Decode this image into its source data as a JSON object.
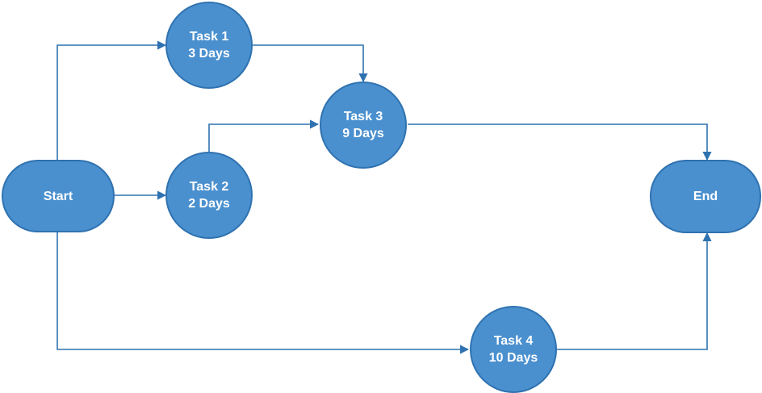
{
  "colors": {
    "node_fill": "#4a90cf",
    "node_border": "#2f72b0",
    "edge": "#2f72b0",
    "label": "#ffffff"
  },
  "nodes": {
    "start": {
      "label": "Start"
    },
    "end": {
      "label": "End"
    },
    "task1": {
      "name": "Task 1",
      "duration": "3 Days"
    },
    "task2": {
      "name": "Task 2",
      "duration": "2 Days"
    },
    "task3": {
      "name": "Task 3",
      "duration": "9 Days"
    },
    "task4": {
      "name": "Task 4",
      "duration": "10 Days"
    }
  },
  "edges": [
    {
      "from": "Start",
      "to": "Task 1"
    },
    {
      "from": "Start",
      "to": "Task 2"
    },
    {
      "from": "Start",
      "to": "Task 4"
    },
    {
      "from": "Task 1",
      "to": "Task 3"
    },
    {
      "from": "Task 2",
      "to": "Task 3"
    },
    {
      "from": "Task 3",
      "to": "End"
    },
    {
      "from": "Task 4",
      "to": "End"
    }
  ]
}
